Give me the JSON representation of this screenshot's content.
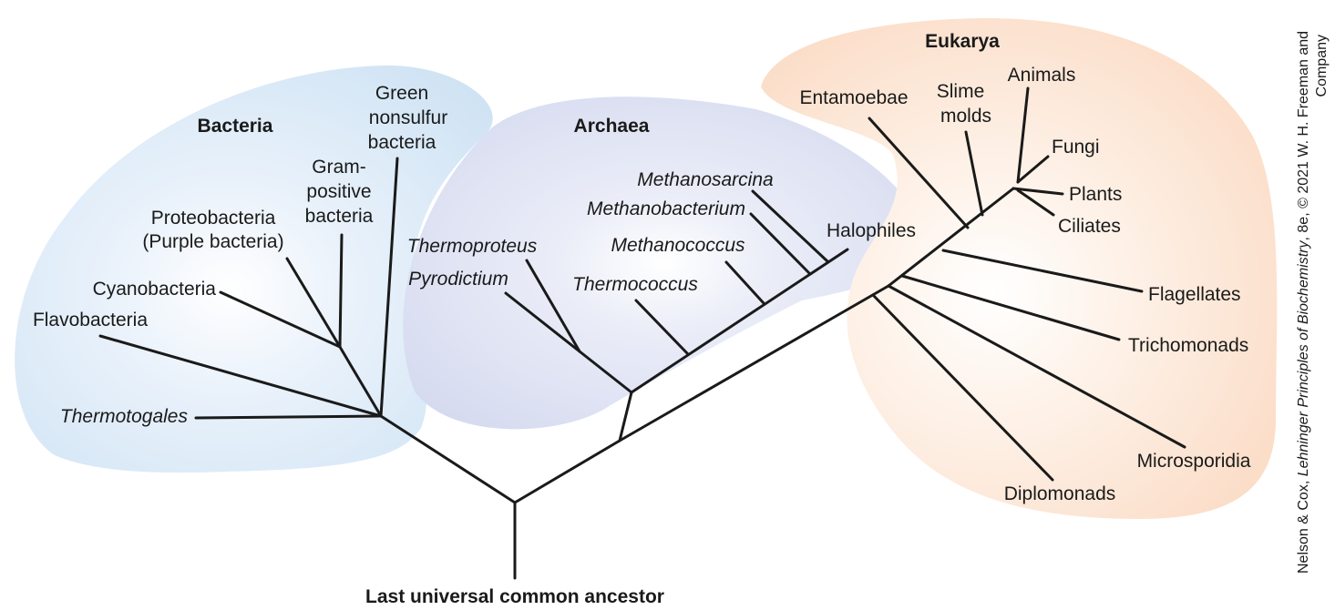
{
  "title": "",
  "root_label": "Last universal common ancestor",
  "domains": {
    "bacteria": "Bacteria",
    "archaea": "Archaea",
    "eukarya": "Eukarya"
  },
  "region_colors": {
    "bacteria": "#cfe3f4",
    "archaea": "#d4d9ef",
    "eukarya": "#fbdcc6"
  },
  "taxa": {
    "thermotogales": "Thermotogales",
    "flavobacteria": "Flavobacteria",
    "cyanobacteria": "Cyanobacteria",
    "proteobacteria_1": "Proteobacteria",
    "proteobacteria_2": "(Purple bacteria)",
    "gram_positive_1": "Gram-",
    "gram_positive_2": "positive",
    "gram_positive_3": "bacteria",
    "green_nonsulfur_1": "Green",
    "green_nonsulfur_2": "nonsulfur",
    "green_nonsulfur_3": "bacteria",
    "thermoproteus": "Thermoproteus",
    "pyrodictium": "Pyrodictium",
    "thermococcus": "Thermococcus",
    "methanococcus": "Methanococcus",
    "methanobacterium": "Methanobacterium",
    "methanosarcina": "Methanosarcina",
    "halophiles": "Halophiles",
    "entamoebae": "Entamoebae",
    "slime_molds_1": "Slime",
    "slime_molds_2": "molds",
    "animals": "Animals",
    "fungi": "Fungi",
    "plants": "Plants",
    "ciliates": "Ciliates",
    "flagellates": "Flagellates",
    "trichomonads": "Trichomonads",
    "microsporidia": "Microsporidia",
    "diplomonads": "Diplomonads"
  },
  "credit": {
    "line1_a": "Nelson & Cox, ",
    "line1_b": "Lehninger Principles of Biochemistry",
    "line1_c": ", 8e, © 2021 W. H. Freeman and",
    "line2": "Company"
  }
}
